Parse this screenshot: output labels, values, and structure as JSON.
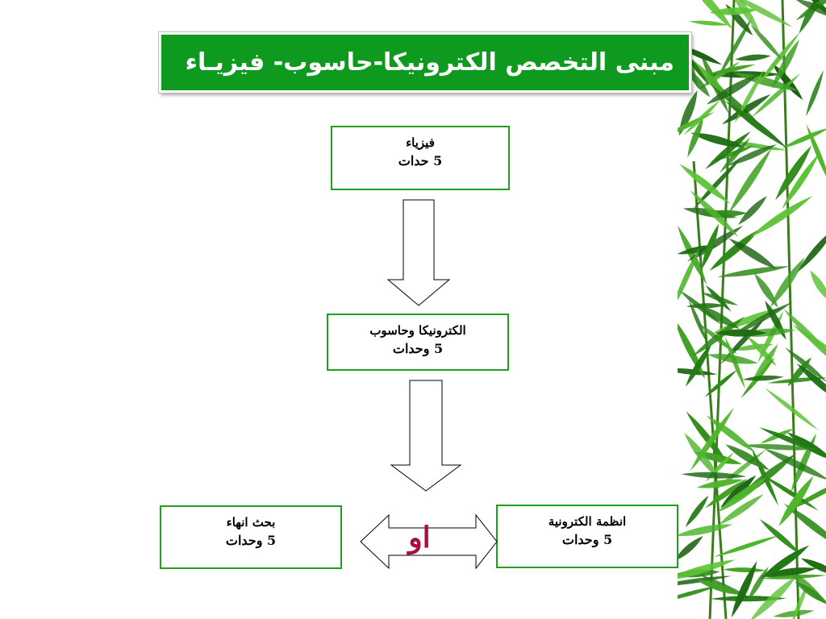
{
  "title": "مبنى التخصص الكترونيكا-حاسوب- فيزيـاء",
  "boxes": {
    "physics": {
      "name": "فيزياء",
      "units": "5 حدات"
    },
    "electronics_computer": {
      "name": "الكترونيكا وحاسوب",
      "units": "5 وحدات"
    },
    "final_research": {
      "name": "بحث  انهاء",
      "units": "5 وحدات"
    },
    "electronic_systems": {
      "name": "انظمة الكترونية",
      "units": "5 وحدات"
    }
  },
  "connector_label": "او",
  "colors": {
    "title_background": "#0e9a1e",
    "box_border": "#1fa01f",
    "connector_label": "#a3123a",
    "decoration": "bamboo-leaves"
  }
}
